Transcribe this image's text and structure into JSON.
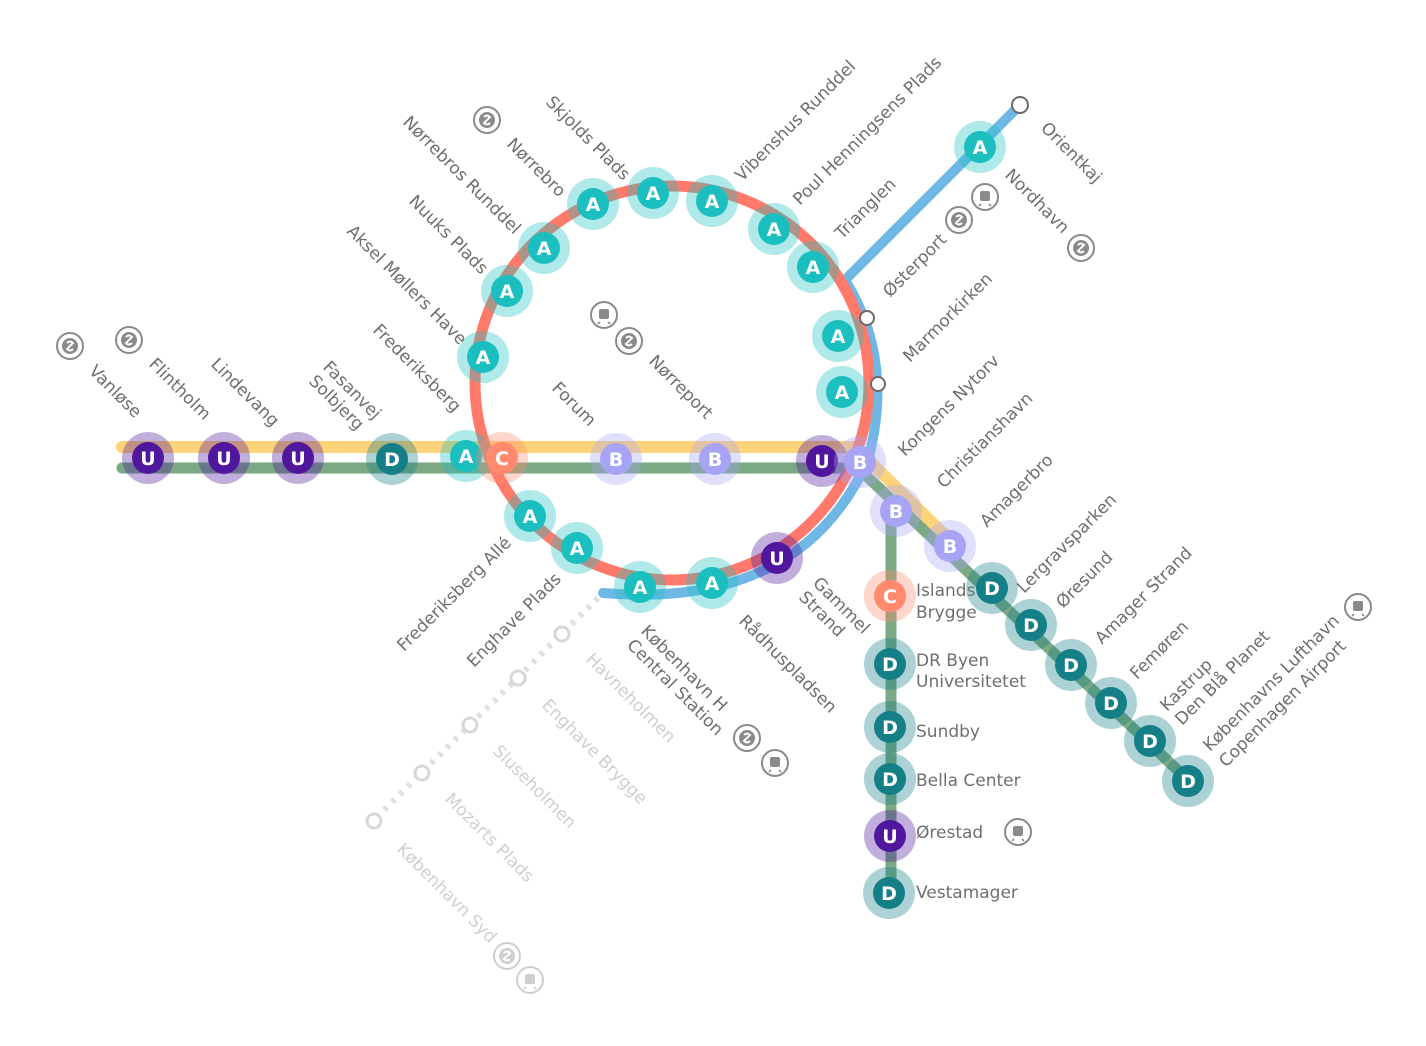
{
  "colors": {
    "line_a": "#ff7a6b",
    "line_b": "#ffd37a",
    "line_c": "#6fb8e6",
    "line_d": "#7aa983",
    "badge_a": "#1bbfbf",
    "badge_b": "#a7a4f5",
    "badge_c": "#ff8a6e",
    "badge_d": "#157f88",
    "badge_u": "#51169e",
    "label": "#6f6f6f",
    "faint": "#d0d0d0"
  },
  "icons": {
    "s_train": "s-train-icon",
    "rail": "regional-train-icon"
  },
  "badge_letters": {
    "a": "A",
    "b": "B",
    "c": "C",
    "d": "D",
    "u": "U"
  },
  "labels": {
    "vanlose": "Vanløse",
    "flintholm": "Flintholm",
    "lindevang": "Lindevang",
    "fasanvej": "Fasanvej",
    "solbjerg": "Solbjerg",
    "frederiksberg": "Frederiksberg",
    "aksel": "Aksel Møllers Have",
    "nuuks": "Nuuks Plads",
    "norrebros_runddel": "Nørrebros Runddel",
    "norrebro": "Nørrebro",
    "skjolds": "Skjolds Plads",
    "vibenshus": "Vibenshus Runddel",
    "poul": "Poul Henningsens Plads",
    "trianglen": "Trianglen",
    "osterport": "Østerport",
    "nordhavn": "Nordhavn",
    "orientkaj": "Orientkaj",
    "marmorkirken": "Marmorkirken",
    "kongens": "Kongens Nytorv",
    "christianshavn": "Christianshavn",
    "amagerbro": "Amagerbro",
    "lergravsparken": "Lergravsparken",
    "oresund": "Øresund",
    "amager_strand": "Amager Strand",
    "femoren": "Femøren",
    "kastrup": "Kastrup",
    "den_bla": "Den Blå Planet",
    "kobenhavns_lufthavn": "Københavns Lufthavn",
    "copenhagen_airport": "Copenhagen Airport",
    "forum": "Forum",
    "norreport": "Nørreport",
    "frederiksberg_alle": "Frederiksberg Allé",
    "enghave_plads": "Enghave Plads",
    "kobenhavn_h": "København H",
    "central_station": "Central Station",
    "radhuspladsen": "Rådhuspladsen",
    "gammel": "Gammel",
    "strand": "Strand",
    "havneholmen": "Havneholmen",
    "enghave_brygge": "Enghave Brygge",
    "sluseholmen": "Sluseholmen",
    "mozarts": "Mozarts Plads",
    "kobenhavn_syd": "København Syd",
    "islands": "Islands",
    "brygge": "Brygge",
    "dr_byen": "DR Byen",
    "universitetet": "Universitetet",
    "sundby": "Sundby",
    "bella": "Bella Center",
    "orestad": "Ørestad",
    "vestamager": "Vestamager"
  }
}
